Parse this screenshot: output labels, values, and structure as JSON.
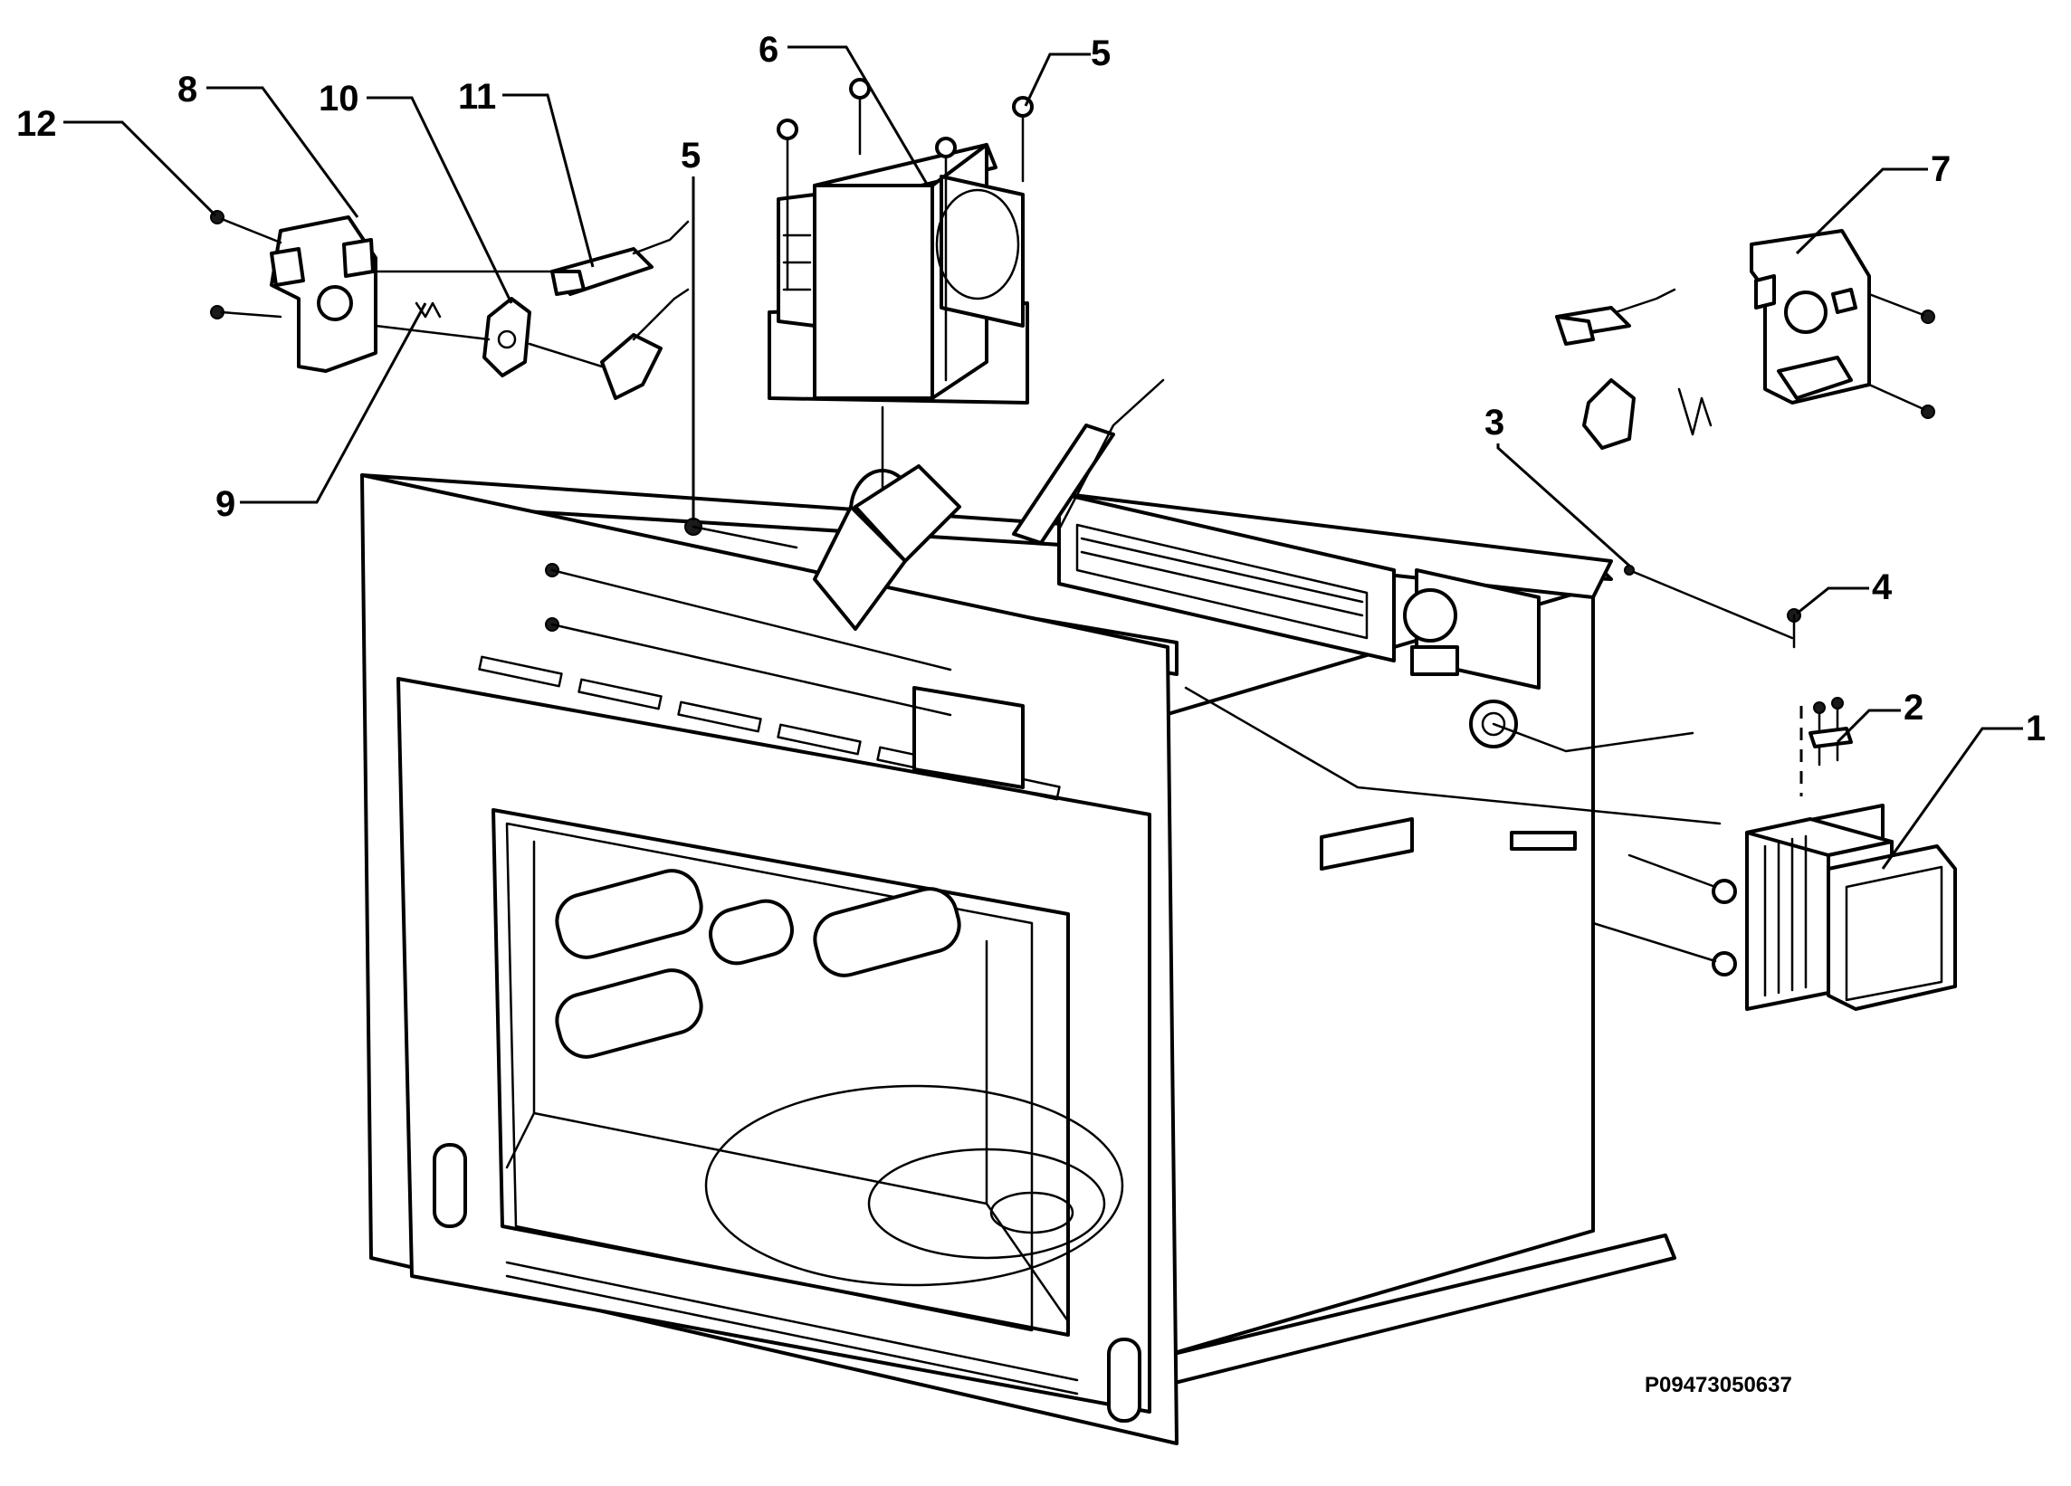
{
  "diagram": {
    "drawing_number": "P09473050637",
    "callouts": [
      "1",
      "2",
      "3",
      "4",
      "5",
      "5",
      "6",
      "7",
      "8",
      "9",
      "10",
      "11",
      "12"
    ]
  }
}
